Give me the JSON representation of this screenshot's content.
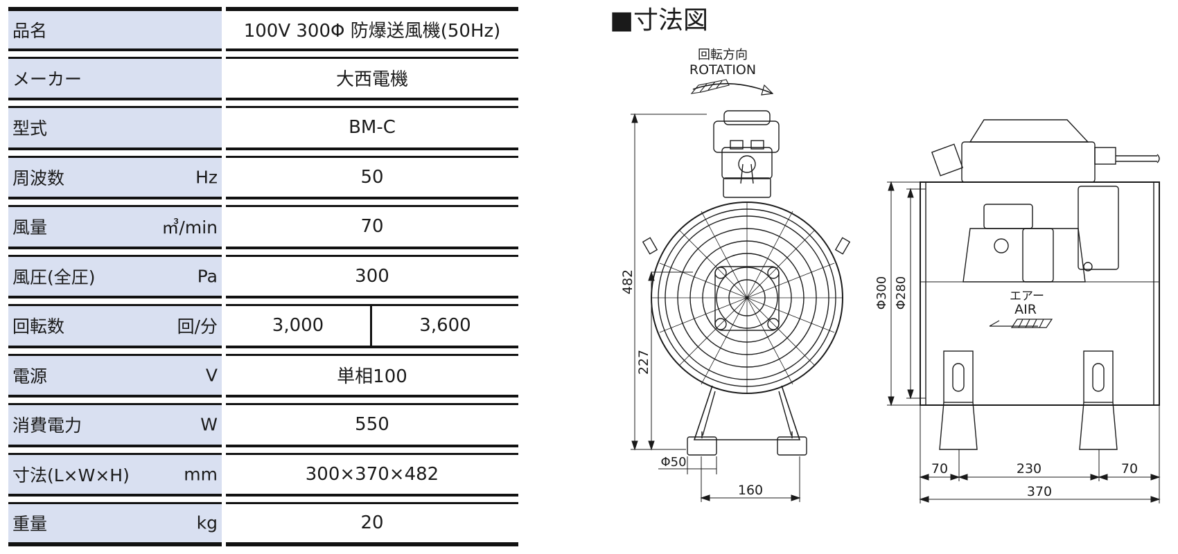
{
  "spec_table": {
    "rows": [
      {
        "label": "品名",
        "unit": "",
        "value": "100V 300Φ 防爆送風機(50Hz)"
      },
      {
        "label": "メーカー",
        "unit": "",
        "value": "大西電機"
      },
      {
        "label": "型式",
        "unit": "",
        "value": "BM-C"
      },
      {
        "label": "周波数",
        "unit": "Hz",
        "value": "50"
      },
      {
        "label": "風量",
        "unit": "㎥/min",
        "value": "70"
      },
      {
        "label": "風圧(全圧)",
        "unit": "Pa",
        "value": "300"
      },
      {
        "label": "回転数",
        "unit": "回/分",
        "value_left": "3,000",
        "value_right": "3,600"
      },
      {
        "label": "電源",
        "unit": "V",
        "value": "単相100"
      },
      {
        "label": "消費電力",
        "unit": "W",
        "value": "550"
      },
      {
        "label": "寸法(L×W×H)",
        "unit": "mm",
        "value": "300×370×482"
      },
      {
        "label": "重量",
        "unit": "kg",
        "value": "20"
      }
    ]
  },
  "drawing": {
    "title": "■寸法図",
    "rotation_jp": "回転方向",
    "rotation_en": "ROTATION",
    "air_jp": "エアー",
    "air_en": "AIR",
    "dims": {
      "height": "482",
      "axis_height": "227",
      "foot_hole": "Φ50",
      "foot_span": "160",
      "outer_dia": "Φ300",
      "inner_dia": "Φ280",
      "left_offset": "70",
      "middle_span": "230",
      "right_offset": "70",
      "total_length": "370"
    }
  }
}
